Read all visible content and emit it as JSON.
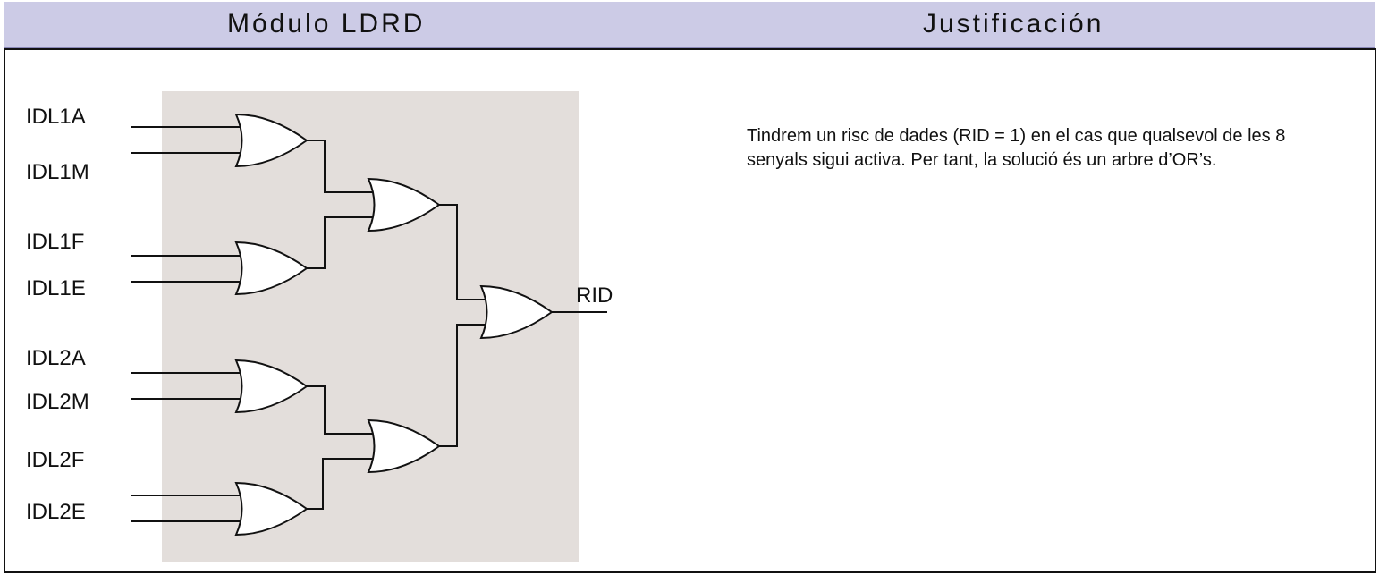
{
  "header": {
    "left_title": "Módulo LDRD",
    "right_title": "Justificación",
    "background_color": "#cccbe6"
  },
  "diagram": {
    "panel_color": "#e3dedb",
    "inputs": [
      "IDL1A",
      "IDL1M",
      "IDL1F",
      "IDL1E",
      "IDL2A",
      "IDL2M",
      "IDL2F",
      "IDL2E"
    ],
    "output": "RID",
    "gate_type": "OR",
    "gate_count": 7
  },
  "justification": {
    "text": "Tindrem un risc de dades (RID = 1) en el cas que qualsevol de les 8 senyals sigui activa. Per tant, la solució és un arbre d’OR’s."
  }
}
